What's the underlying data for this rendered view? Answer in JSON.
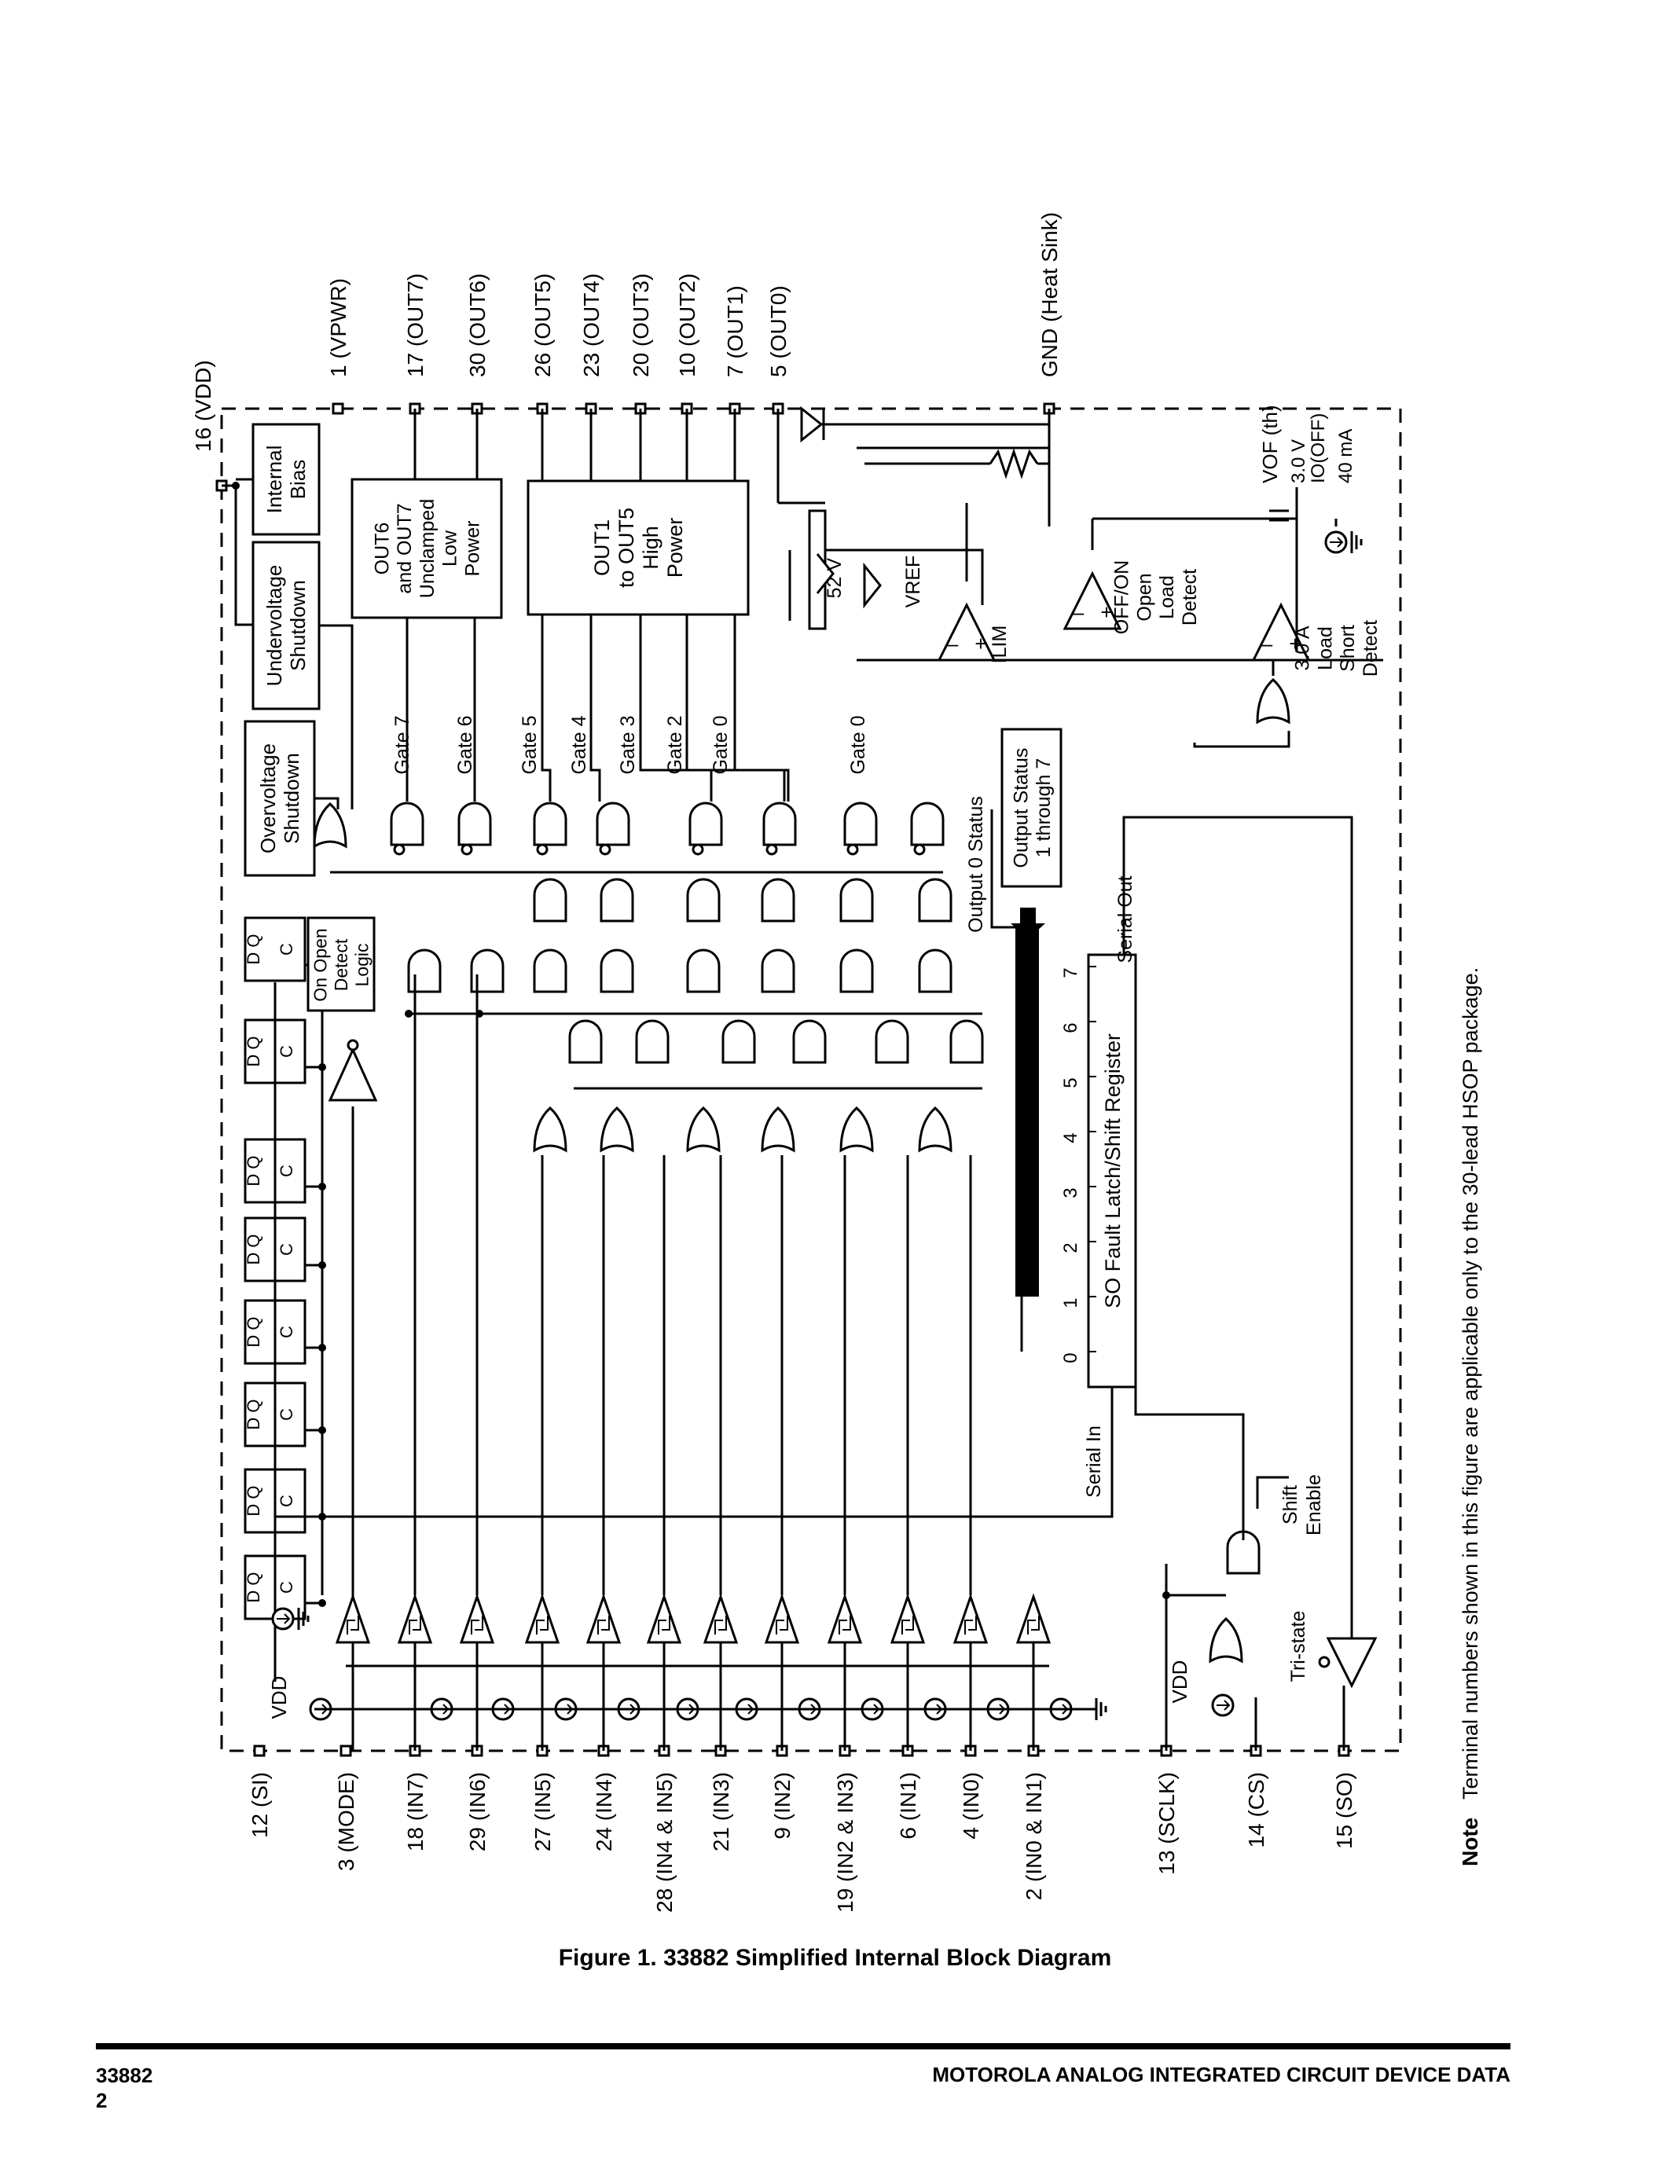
{
  "figure": {
    "caption": "Figure 1. 33882 Simplified Internal Block Diagram",
    "note_label": "Note",
    "note_text": "Terminal numbers shown in this figure are applicable only to the 30-lead HSOP package."
  },
  "footer": {
    "part_number": "33882",
    "page_number": "2",
    "publication": "MOTOROLA ANALOG INTEGRATED CIRCUIT DEVICE DATA"
  },
  "pins": {
    "top": [
      "17 (OUT7)",
      "30 (OUT6)",
      "26 (OUT5)",
      "23 (OUT4)",
      "20 (OUT3)",
      "10 (OUT2)",
      "7 (OUT1)",
      "5 (OUT0)",
      "GND (Heat Sink)"
    ],
    "left": [
      "1 (VPWR)",
      "16 (VDD)"
    ],
    "bottom": [
      "12 (SI)",
      "3 (MODE)",
      "18 (IN7)",
      "29 (IN6)",
      "27 (IN5)",
      "24 (IN4)",
      "28 (IN4 & IN5)",
      "21 (IN3)",
      "9 (IN2)",
      "19 (IN2 & IN3)",
      "6 (IN1)",
      "4 (IN0)",
      "2 (IN0 & IN1)",
      "13 (SCLK)",
      "14 (CS)",
      "15 (SO)"
    ]
  },
  "blocks": {
    "overvoltage": "Overvoltage Shutdown",
    "undervoltage": "Undervoltage Shutdown",
    "internal_bias": "Internal Bias",
    "low_power_outputs": "OUT6 and OUT7 Unclamped Low Power",
    "high_power_outputs": "OUT1 to OUT5 High Power",
    "on_open_detect": "On Open Detect Logic",
    "output_status": "Output Status 1 through 7",
    "shift_register": "SO Fault Latch/Shift Register",
    "register_bits": [
      "0",
      "1",
      "2",
      "3",
      "4",
      "5",
      "6",
      "7"
    ]
  },
  "labels": {
    "gates": [
      "Gate 7",
      "Gate 6",
      "Gate 5",
      "Gate 4",
      "Gate 3",
      "Gate 2",
      "Gate 0",
      "Gate 0"
    ],
    "output0_status": "Output 0 Status",
    "serial_out": "Serial Out",
    "serial_in": "Serial In",
    "shift_enable": "Shift Enable",
    "tri_state": "Tri-state",
    "vdd_label": "VDD",
    "vref_label": "VREF",
    "ilim_label": "ILIM",
    "zener_voltage": "52 V",
    "open_load": "OFF/ON Open Load Detect",
    "load_short": "3.0 A Load Short Detect",
    "vof_threshold": "VOF (th)",
    "vof_value": "3.0 V",
    "io_off": "IO(OFF)",
    "io_off_value": "40 mA",
    "dq": "D Q",
    "c": "C",
    "plus": "+",
    "minus": "–"
  }
}
